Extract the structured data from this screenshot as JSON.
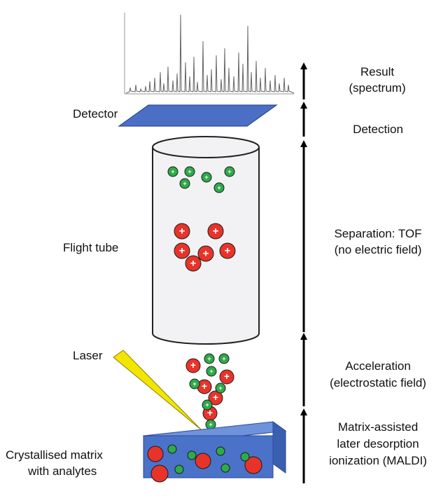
{
  "left_labels": {
    "detector": "Detector",
    "flight_tube": "Flight tube",
    "laser": "Laser",
    "matrix_line1": "Crystallised matrix",
    "matrix_line2": "with analytes"
  },
  "right_stages": {
    "result_line1": "Result",
    "result_line2": "(spectrum)",
    "detection": "Detection",
    "separation_line1": "Separation: TOF",
    "separation_line2": "(no electric field)",
    "acceleration_line1": "Acceleration",
    "acceleration_line2": "(electrostatic field)",
    "maldi_line1": "Matrix-assisted",
    "maldi_line2": "later desorption",
    "maldi_line3": "ionization (MALDI)"
  },
  "ion_symbol": "+",
  "colors": {
    "large_ion": "#e8332a",
    "small_ion": "#2eaa4a",
    "detector_plate": "#4a6fc4",
    "matrix_block": "#4a72c8",
    "laser": "#f2e600",
    "tube_fill": "#f2f2f4"
  }
}
